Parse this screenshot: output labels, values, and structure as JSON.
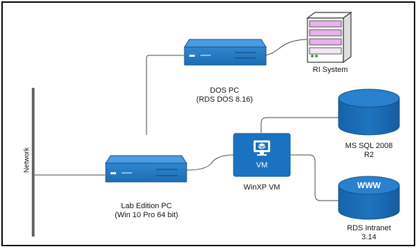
{
  "colors": {
    "device": "#1e6fb5",
    "device_dark": "#10518b",
    "connector": "#444444",
    "vm_box": "#1a73bf",
    "server_top": "#e6b3ea",
    "server_body": "#ffffff",
    "server_frame": "#333333",
    "led": "#3aa53a"
  },
  "nodes": {
    "network": {
      "label": "Network"
    },
    "dos_pc": {
      "label_line1": "DOS PC",
      "label_line2": "(RDS DOS 8.16)"
    },
    "ri_system": {
      "label": "RI System"
    },
    "lab_pc": {
      "label_line1": "Lab Edition PC",
      "label_line2": "(Win 10 Pro 64 bit)"
    },
    "winxp_vm": {
      "badge": "VM",
      "label": "WinXP VM"
    },
    "ms_sql": {
      "label_line1": "MS SQL 2008",
      "label_line2": "R2"
    },
    "rds_intranet": {
      "badge": "WWW",
      "label_line1": "RDS Intranet",
      "label_line2": "3.14"
    }
  }
}
